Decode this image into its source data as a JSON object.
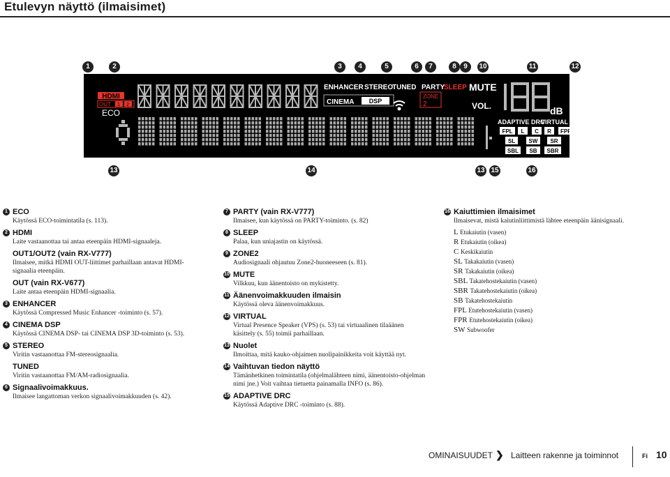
{
  "page": {
    "title": "Etulevyn näyttö (ilmaisimet)"
  },
  "display": {
    "callouts_top": [
      "1",
      "2",
      "3",
      "4",
      "5",
      "6",
      "7",
      "8",
      "9",
      "10",
      "11",
      "12"
    ],
    "callouts_bottom": [
      "13",
      "14",
      "13",
      "15",
      "16"
    ],
    "hdmi": "HDMI",
    "out": "OUT",
    "out1": "1",
    "out2": "2",
    "eco": "ECO",
    "enhancer": "ENHANCER",
    "stereo": "STEREO",
    "tuned": "TUNED",
    "cinema": "CINEMA",
    "dsp": "DSP",
    "party": "PARTY",
    "sleep": "SLEEP",
    "zone": "ZONE",
    "zone_num": "2",
    "mute": "MUTE",
    "vol": "VOL.",
    "db": "dB",
    "adaptive": "ADAPTIVE DRC",
    "virtual": "VIRTUAL",
    "speakers": [
      "FPL",
      "L",
      "C",
      "R",
      "FPR",
      "SL",
      "SW",
      "SR",
      "SBL",
      "SB",
      "SBR"
    ],
    "colors": {
      "red": "#e8342a",
      "gray": "#b8b8b8",
      "white": "#ffffff"
    }
  },
  "legend": {
    "col1": [
      {
        "num": "1",
        "head": "ECO",
        "desc": "Käytössä ECO-toimintatila (s. 113)."
      },
      {
        "num": "2",
        "head": "HDMI",
        "desc": "Laite vastaanottaa tai antaa eteenpäin HDMI-signaaleja."
      },
      {
        "num": "",
        "head": "OUT1/OUT2 (vain RX-V777)",
        "desc": "Ilmaisee, mitkä HDMI OUT-liittimet parhaillaan antavat HDMI-signaalia eteenpäin."
      },
      {
        "num": "",
        "head": "OUT (vain RX-V677)",
        "desc": "Laite antaa eteenpäin HDMI-signaalia."
      },
      {
        "num": "3",
        "head": "ENHANCER",
        "desc": "Käytössä Compressed Music Enhancer -toiminto (s. 57)."
      },
      {
        "num": "4",
        "head": "CINEMA DSP",
        "desc": "Käytössä CINEMA DSP- tai CINEMA DSP 3D-toiminto (s. 53)."
      },
      {
        "num": "5",
        "head": "STEREO",
        "desc": "Viritin vastaanottaa FM-stereosignaalia."
      },
      {
        "num": "",
        "head": "TUNED",
        "desc": "Viritin vastaanottaa FM/AM-radiosignaalia."
      },
      {
        "num": "6",
        "head": "Signaalivoimakkuus.",
        "desc": "Ilmaisee langattoman verkon signaalivoimakkuuden (s. 42)."
      }
    ],
    "col2": [
      {
        "num": "7",
        "head": "PARTY (vain RX-V777)",
        "desc": "Ilmaisee, kun käytössä on PARTY-toiminto. (s. 82)"
      },
      {
        "num": "8",
        "head": "SLEEP",
        "desc": "Palaa, kun uniajastin on käytössä."
      },
      {
        "num": "9",
        "head": "ZONE2",
        "desc": "Audiosignaali ohjautuu Zone2-huoneeseen (s. 81)."
      },
      {
        "num": "10",
        "head": "MUTE",
        "desc": "Vilkkuu, kun äänentoisto on mykistetty."
      },
      {
        "num": "11",
        "head": "Äänenvoimakkuuden ilmaisin",
        "desc": "Käytössä oleva äänenvoimakkuus."
      },
      {
        "num": "12",
        "head": "VIRTUAL",
        "desc": "Virtual Presence Speaker (VPS) (s. 53) tai virtuaalinen tilaäänen käsittely (s. 55) toimii parhaillaan."
      },
      {
        "num": "13",
        "head": "Nuolet",
        "desc": "Ilmoittaa, mitä kauko-ohjaimen nuolipainikkeita voit käyttää nyt."
      },
      {
        "num": "14",
        "head": "Vaihtuvan tiedon näyttö",
        "desc": "Tämänhetkinen toimintatila (ohjelmalähteen nimi, äänentoisto-ohjelman nimi jne.) Voit vaihtaa tietuetta painamalla INFO (s. 86)."
      },
      {
        "num": "15",
        "head": "ADAPTIVE DRC",
        "desc": "Käytössä Adaptive DRC -toiminto (s. 88)."
      }
    ],
    "col3_head": {
      "num": "16",
      "head": "Kaiuttimien ilmaisimet"
    },
    "col3_desc": "Ilmaisevat, mistä kaiutinliittimistä lähtee eteenpäin äänisignaali.",
    "col3_speakers": [
      {
        "ab": "L",
        "nm": "Etukaiutin (vasen)"
      },
      {
        "ab": "R",
        "nm": "Etukaiutin (oikea)"
      },
      {
        "ab": "C",
        "nm": "Keskikaiutin"
      },
      {
        "ab": "SL",
        "nm": "Takakaiutin (vasen)"
      },
      {
        "ab": "SR",
        "nm": "Takakaiutin (oikea)"
      },
      {
        "ab": "SBL",
        "nm": "Takatehostekaiutin (vasen)"
      },
      {
        "ab": "SBR",
        "nm": "Takatehostekaiutin (oikea)"
      },
      {
        "ab": "SB",
        "nm": "Takatehostekaiutin"
      },
      {
        "ab": "FPL",
        "nm": "Etutehostekaiutin (vasen)"
      },
      {
        "ab": "FPR",
        "nm": "Etutehostekaiutin (oikea)"
      },
      {
        "ab": "SW",
        "nm": "Subwoofer"
      }
    ]
  },
  "footer": {
    "section": "OMINAISUUDET",
    "arrow": "❯",
    "chapter": "Laitteen rakenne ja toiminnot",
    "lang": "Fi",
    "page": "10"
  }
}
